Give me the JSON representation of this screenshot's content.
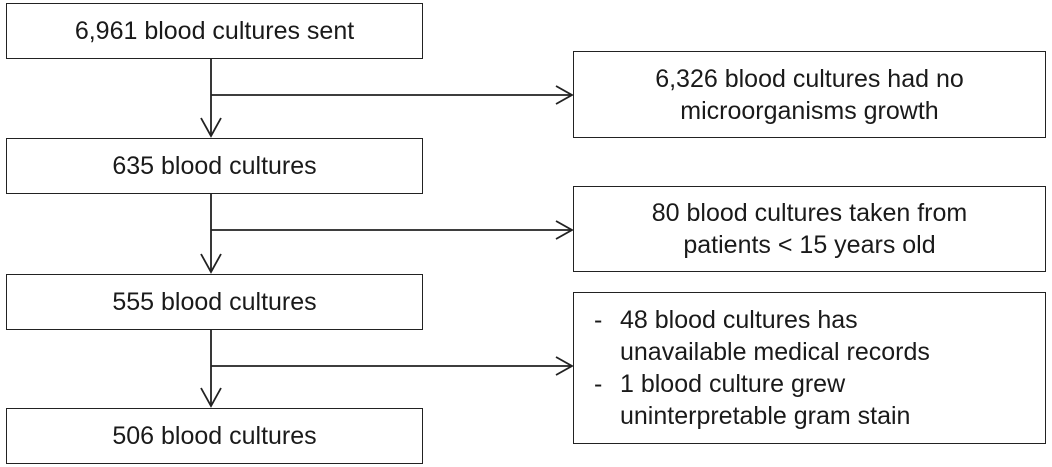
{
  "flow": {
    "steps": [
      {
        "label": "6,961 blood cultures sent"
      },
      {
        "label": "635 blood cultures"
      },
      {
        "label": "555 blood cultures"
      },
      {
        "label": "506 blood cultures"
      }
    ],
    "exclusions": [
      {
        "lines": [
          "6,326 blood cultures had no",
          "microorganisms growth"
        ]
      },
      {
        "lines": [
          "80 blood cultures taken from",
          "patients < 15 years old"
        ]
      },
      {
        "bullets": [
          {
            "dash": "-",
            "lines": [
              "48 blood cultures has",
              "unavailable medical records"
            ]
          },
          {
            "dash": "-",
            "lines": [
              "1 blood culture grew",
              "uninterpretable gram stain"
            ]
          }
        ]
      }
    ]
  }
}
